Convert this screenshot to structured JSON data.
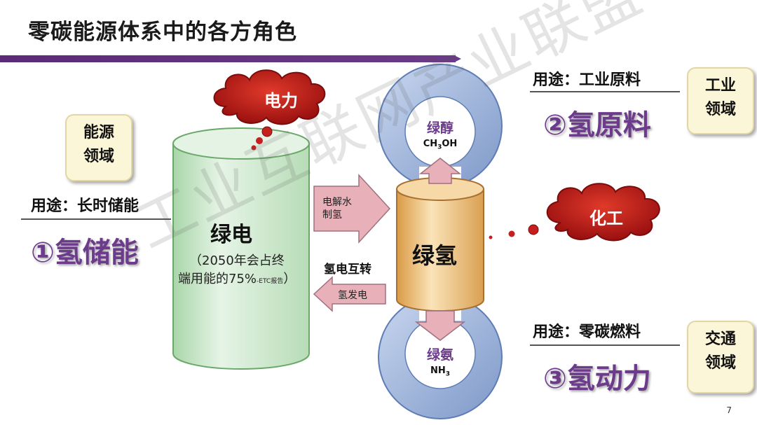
{
  "title": "零碳能源体系中的各方角色",
  "left": {
    "domain_line1": "能源",
    "domain_line2": "领域",
    "use": "用途：长时储能",
    "role": "①氢储能"
  },
  "top_right": {
    "use": "用途：工业原料",
    "role": "②氢原料",
    "domain_line1": "工业",
    "domain_line2": "领域"
  },
  "bottom_right": {
    "use": "用途：零碳燃料",
    "role": "③氢动力",
    "domain_line1": "交通",
    "domain_line2": "领域"
  },
  "clouds": {
    "power": "电力",
    "chemical": "化工"
  },
  "green_power": {
    "title": "绿电",
    "note_line1": "（2050年会占终",
    "note_line2_main": "端用能的75%",
    "note_line2_small": "-ETC报告",
    "note_line2_end": "）"
  },
  "green_hydrogen": "绿氢",
  "arrows": {
    "electrolysis_line1": "电解水",
    "electrolysis_line2": "制氢",
    "conversion": "氢电互转",
    "fuel_cell": "氢发电"
  },
  "methanol": {
    "name": "绿醇",
    "formula_main": "CH",
    "formula_sub": "3",
    "formula_end": "OH"
  },
  "ammonia": {
    "name": "绿氨",
    "formula_main": "NH",
    "formula_sub": "3"
  },
  "watermark": "工业互联网产业联盟",
  "page_number": "7",
  "colors": {
    "title_bar": "#5b2a78",
    "role_text": "#6d3b8c",
    "cloud": "#b81a1a",
    "green_cylinder": "#cfe8cf",
    "hydrogen_cylinder": "#f0c27a",
    "ring": "#8fa9d6",
    "arrow": "#e8b0b8"
  }
}
